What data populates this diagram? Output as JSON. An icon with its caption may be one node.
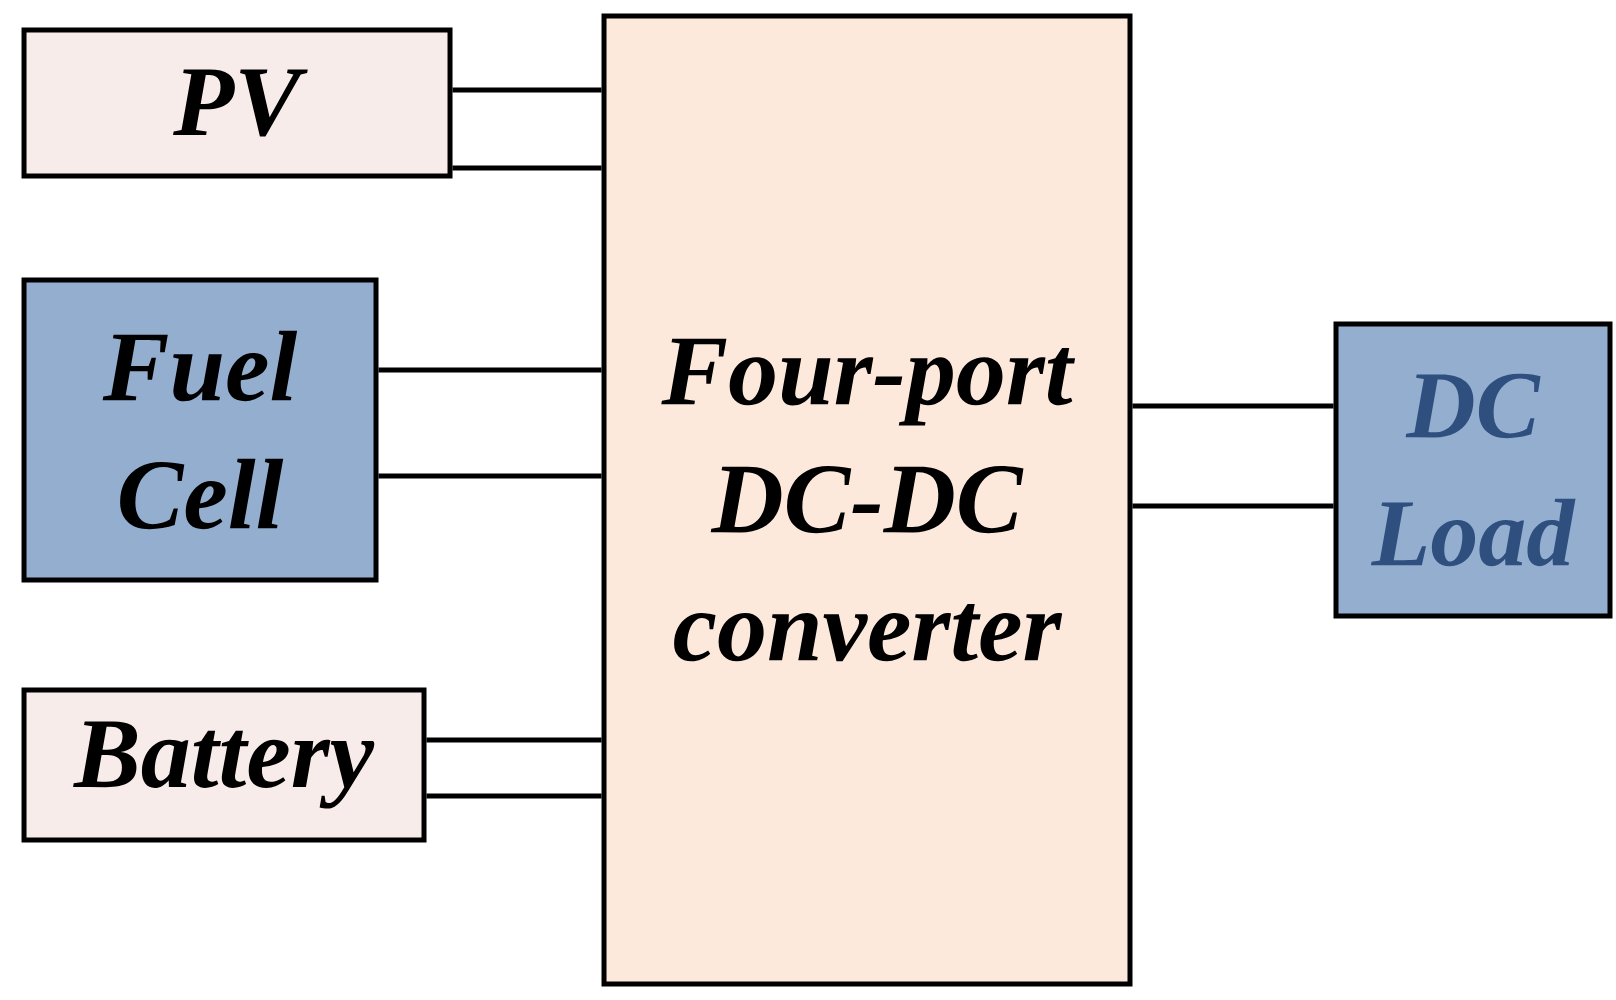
{
  "diagram": {
    "nodes": [
      {
        "text": [
          "PV"
        ]
      },
      {
        "text": [
          "Fuel Cell"
        ]
      },
      {
        "text": [
          "Battery"
        ]
      },
      {
        "text": [
          "Four-port DC-DC converter"
        ]
      },
      {
        "text": [
          "DC Load"
        ]
      }
    ],
    "edges": [
      {
        "from": 0,
        "to": 3,
        "arrow": "none"
      },
      {
        "from": 0,
        "to": 3,
        "arrow": "none"
      },
      {
        "from": 1,
        "to": 3,
        "arrow": "none"
      },
      {
        "from": 1,
        "to": 3,
        "arrow": "none"
      },
      {
        "from": 2,
        "to": 3,
        "arrow": "none"
      },
      {
        "from": 2,
        "to": 3,
        "arrow": "none"
      },
      {
        "from": 3,
        "to": 4,
        "arrow": "none"
      },
      {
        "from": 3,
        "to": 4,
        "arrow": "none"
      }
    ]
  }
}
